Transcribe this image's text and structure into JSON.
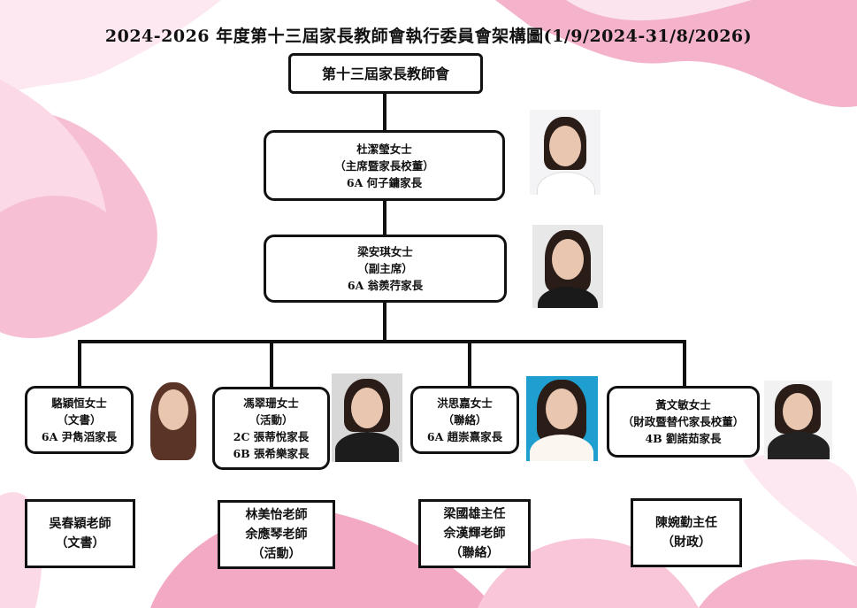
{
  "title": "2024-2026 年度第十三屆家長教師會執行委員會架構圖(1/9/2024-31/8/2026)",
  "root": "第十三屆家長教師會",
  "chair": {
    "name": "杜潔瑩女士",
    "role": "（主席暨家長校董）",
    "parent": "6A 何子鏞家長"
  },
  "vice": {
    "name": "梁安琪女士",
    "role": "（副主席）",
    "parent": "6A 翁羨荇家長"
  },
  "members": [
    {
      "name": "駱穎恒女士",
      "role": "（文書）",
      "parent": "6A 尹雋滔家長"
    },
    {
      "name": "馮翠珊女士",
      "role": "（活動）",
      "parent": "2C 張蒂悅家長",
      "parent2": "6B 張希樂家長"
    },
    {
      "name": "洪思嘉女士",
      "role": "（聯絡）",
      "parent": "6A 趙崇熹家長"
    },
    {
      "name": "黃文敏女士",
      "role": "（財政暨替代家長校董）",
      "parent": "4B 劉諾茹家長"
    }
  ],
  "teachers": [
    {
      "line1": "吳春穎老師",
      "role": "（文書）"
    },
    {
      "line1": "林美怡老師",
      "line2": "余應琴老師",
      "role": "（活動）"
    },
    {
      "line1": "梁國雄主任",
      "line2": "佘漢輝老師",
      "role": "（聯絡）"
    },
    {
      "line1": "陳婉勤主任",
      "role": "（財政）"
    }
  ],
  "colors": {
    "pink": "#f2a6c3",
    "light_pink": "#fbd9e6"
  }
}
